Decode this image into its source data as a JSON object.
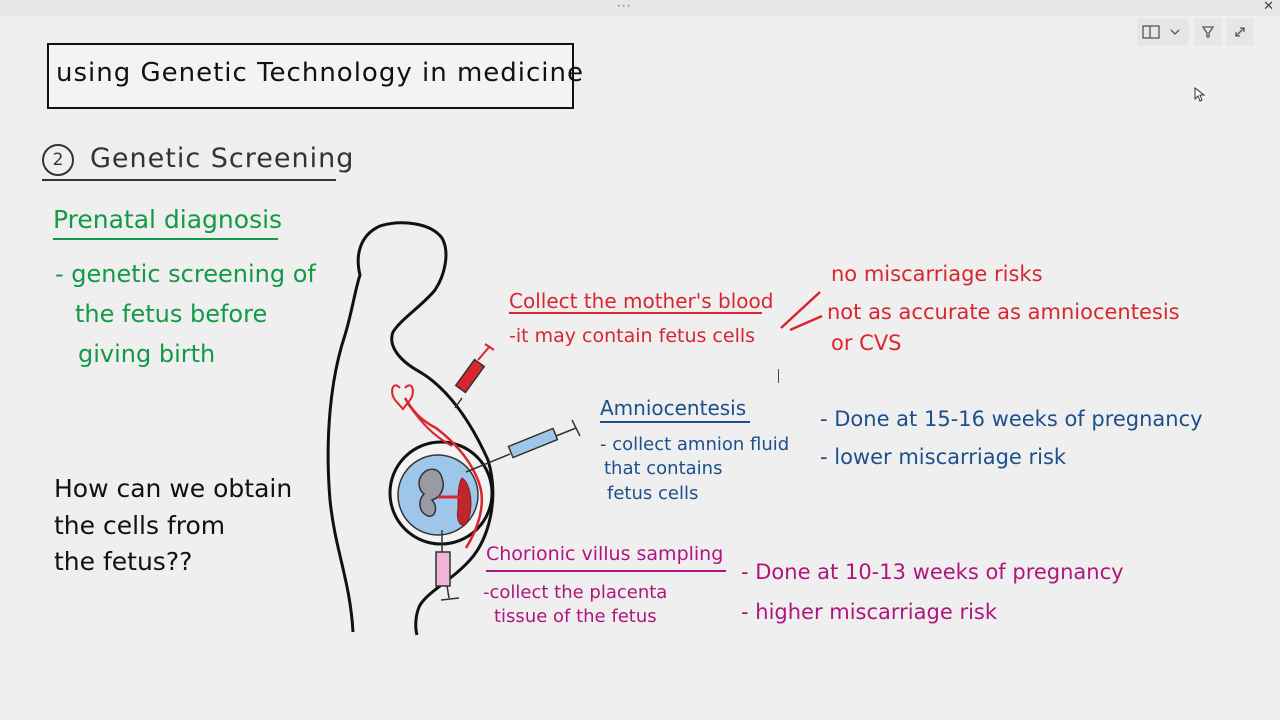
{
  "window": {
    "grip": "···",
    "close": "✕"
  },
  "toolbar": {
    "icons": [
      "panel-layout-icon",
      "chevron-down-icon",
      "filter-icon",
      "expand-icon"
    ]
  },
  "colors": {
    "green": "#139a46",
    "red": "#d9262e",
    "blue": "#1c4f8c",
    "magenta": "#b0157d",
    "amnion_fill": "#9dc6ea"
  },
  "notes": {
    "title": "using Genetic Technology in medicine",
    "section_number": "2",
    "section_title": "Genetic Screening",
    "prenatal": {
      "heading": "Prenatal diagnosis",
      "lines": [
        "- genetic screening of",
        "the fetus before",
        "giving birth"
      ]
    },
    "question": {
      "lines": [
        "How can we obtain",
        "the cells from",
        "the fetus??"
      ]
    },
    "blood": {
      "heading": "Collect the mother's blood",
      "detail": "-it may contain fetus cells",
      "notes": [
        "no miscarriage risks",
        "not as accurate as amniocentesis",
        "or CVS"
      ]
    },
    "amnio": {
      "heading": "Amniocentesis",
      "lines": [
        "- collect amnion fluid",
        "that contains",
        "fetus cells"
      ],
      "notes": [
        "- Done at 15-16 weeks of pregnancy",
        "- lower miscarriage risk"
      ]
    },
    "cvs": {
      "heading": "Chorionic villus sampling",
      "lines": [
        "-collect the placenta",
        "tissue of the fetus"
      ],
      "notes": [
        "- Done at 10-13 weeks of pregnancy",
        "- higher miscarriage risk"
      ]
    }
  }
}
